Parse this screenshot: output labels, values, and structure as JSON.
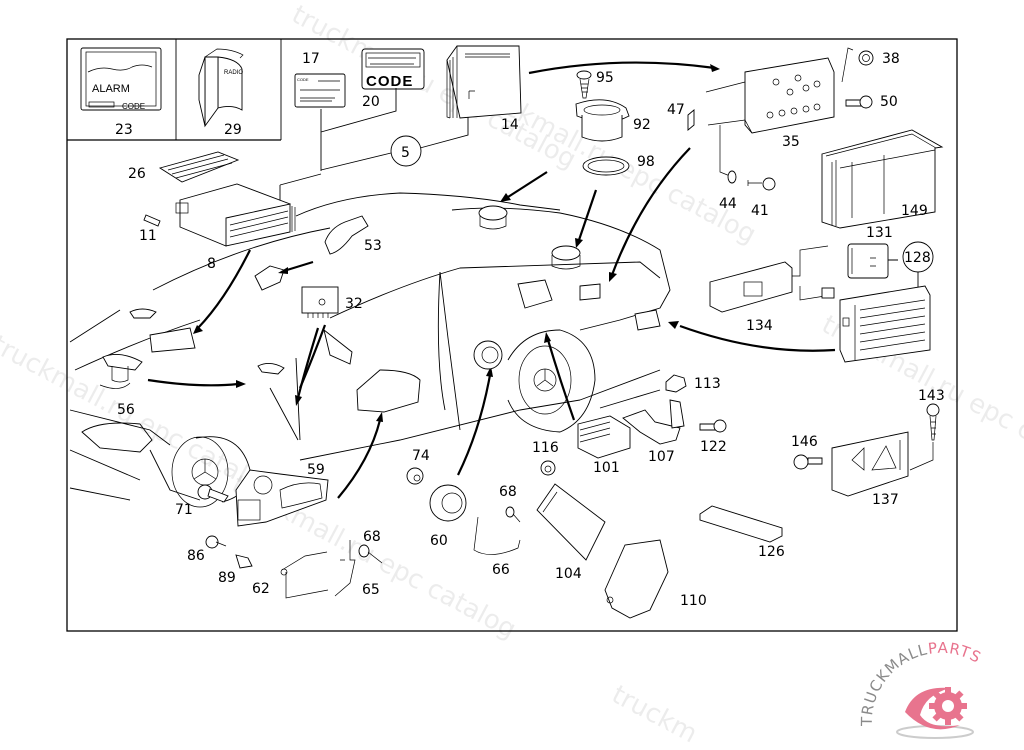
{
  "diagram": {
    "title": "Radio / Audio system parts diagram",
    "callouts": {
      "c23": "23",
      "c29": "29",
      "c17": "17",
      "c20": "20",
      "c14": "14",
      "c95": "95",
      "c92": "92",
      "c98": "98",
      "c47": "47",
      "c35": "35",
      "c38": "38",
      "c50": "50",
      "c44": "44",
      "c41": "41",
      "c149": "149",
      "c5": "5",
      "c26": "26",
      "c11": "11",
      "c8": "8",
      "c53": "53",
      "c32": "32",
      "c56": "56",
      "c131": "131",
      "c128": "128",
      "c134": "134",
      "c113": "113",
      "c122": "122",
      "c107": "107",
      "c101": "101",
      "c116": "116",
      "c74": "74",
      "c59": "59",
      "c71": "71",
      "c143": "143",
      "c146": "146",
      "c137": "137",
      "c68a": "68",
      "c68b": "68",
      "c60": "60",
      "c66": "66",
      "c104": "104",
      "c110": "110",
      "c126": "126",
      "c86": "86",
      "c89": "89",
      "c62": "62",
      "c65": "65"
    },
    "inset_texts": {
      "alarm": "ALARM",
      "code_small": "CODE",
      "radio": "RADIO",
      "code_big": "CODE",
      "code_card": "CODE"
    }
  },
  "watermarks": {
    "text_main": "truckmall.ru epc catalog",
    "text_fragment": "truckm"
  },
  "logo": {
    "arc_text_1": "TRUCKMALL",
    "arc_text_2": "PARTS",
    "gray": "#8a8a8a",
    "pink": "#e8748e"
  }
}
